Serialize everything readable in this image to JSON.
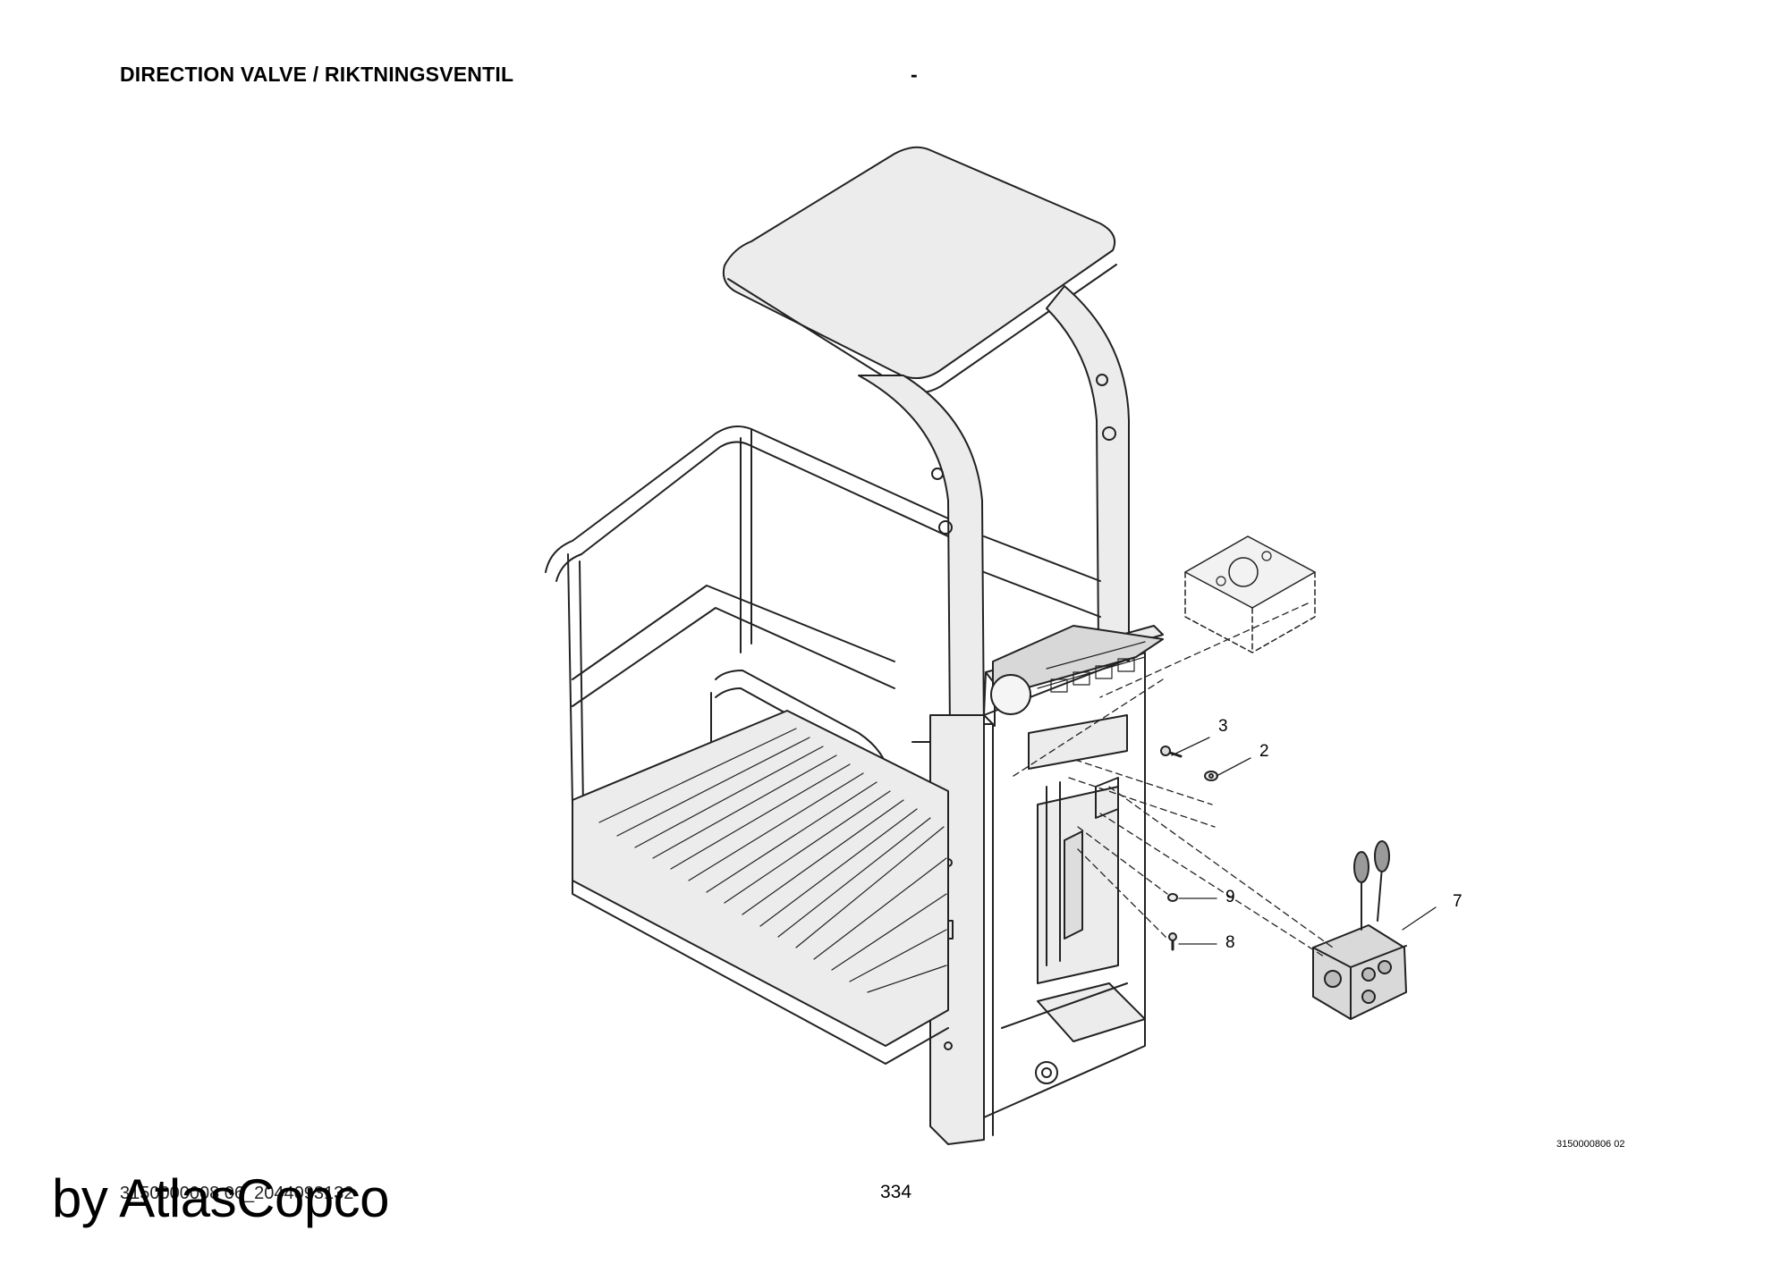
{
  "header": {
    "title": "DIRECTION VALVE / RIKTNINGSVENTIL",
    "dash": "-"
  },
  "callouts": [
    {
      "num": "3"
    },
    {
      "num": "2"
    },
    {
      "num": "9"
    },
    {
      "num": "8"
    },
    {
      "num": "7"
    }
  ],
  "figure_ref": "3150000806 02",
  "footer": {
    "doc_code": "3150000008 06_2044093132",
    "page_number": "334",
    "watermark": "by AtlasCopco"
  },
  "colors": {
    "line": "#222222",
    "fill": "#ececec",
    "background": "#ffffff"
  }
}
